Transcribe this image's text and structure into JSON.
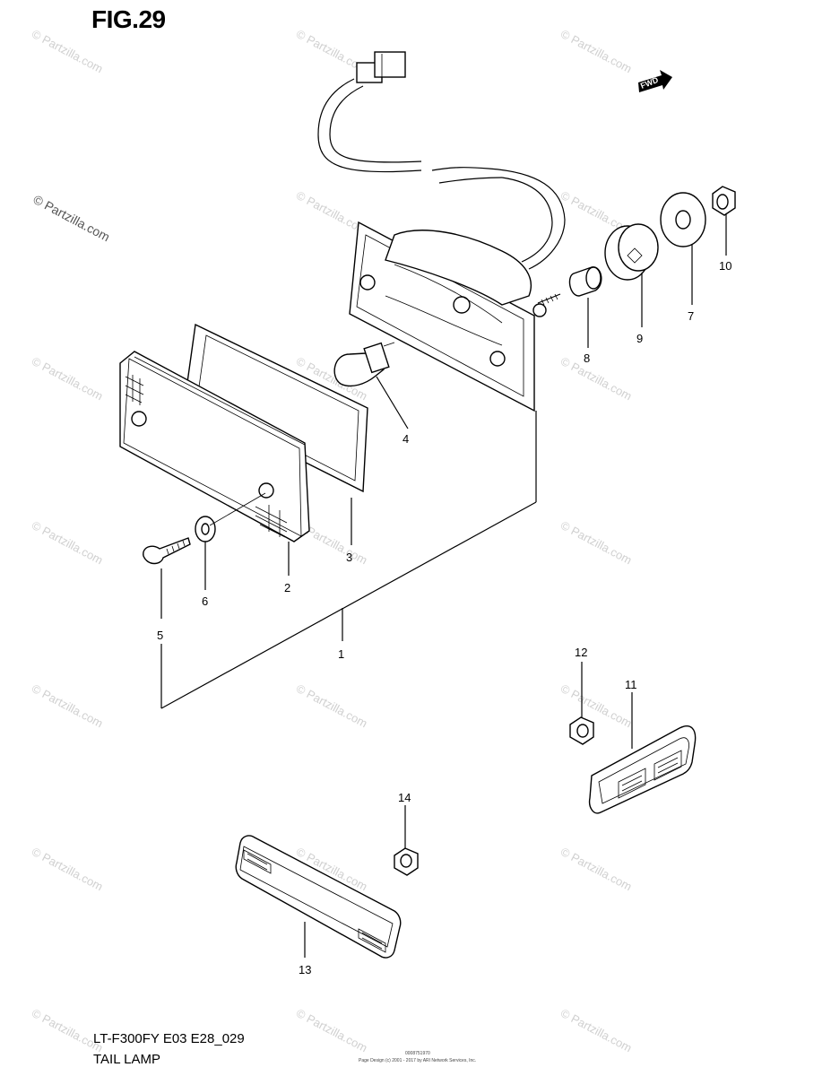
{
  "figure": {
    "title": "FIG.29",
    "model_code": "LT-F300FY E03 E28_029",
    "caption": "TAIL LAMP",
    "fwd_label": "FWD",
    "watermark": "© Partzilla.com",
    "fineprint_1": "0008751970",
    "fineprint_2": "Page Design (c) 2001 - 2017 by ARI Network Services, Inc."
  },
  "callouts": [
    {
      "id": "1",
      "label": "1"
    },
    {
      "id": "2",
      "label": "2"
    },
    {
      "id": "3",
      "label": "3"
    },
    {
      "id": "4",
      "label": "4"
    },
    {
      "id": "5",
      "label": "5"
    },
    {
      "id": "6",
      "label": "6"
    },
    {
      "id": "7",
      "label": "7"
    },
    {
      "id": "8",
      "label": "8"
    },
    {
      "id": "9",
      "label": "9"
    },
    {
      "id": "10",
      "label": "10"
    },
    {
      "id": "11",
      "label": "11"
    },
    {
      "id": "12",
      "label": "12"
    },
    {
      "id": "13",
      "label": "13"
    },
    {
      "id": "14",
      "label": "14"
    }
  ],
  "colors": {
    "line": "#000000",
    "watermark": "#d0d0d0",
    "background": "#ffffff"
  }
}
